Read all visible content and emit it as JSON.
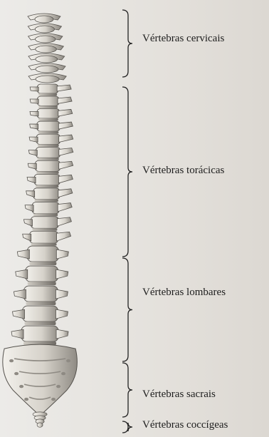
{
  "figure": {
    "regions": [
      {
        "id": "cervical",
        "label": "Vértebras cervicais"
      },
      {
        "id": "thoracic",
        "label": "Vértebras torácicas"
      },
      {
        "id": "lumbar",
        "label": "Vértebras lombares"
      },
      {
        "id": "sacral",
        "label": "Vértebras sacrais"
      },
      {
        "id": "coccygeal",
        "label": "Vértebras coccígeas"
      }
    ],
    "colors": {
      "bone": "#d9d6cf",
      "bone_shadow": "#8e8a83",
      "bone_outline": "#55524d",
      "bracket": "#222222",
      "paper": "#e9e6e2"
    }
  }
}
